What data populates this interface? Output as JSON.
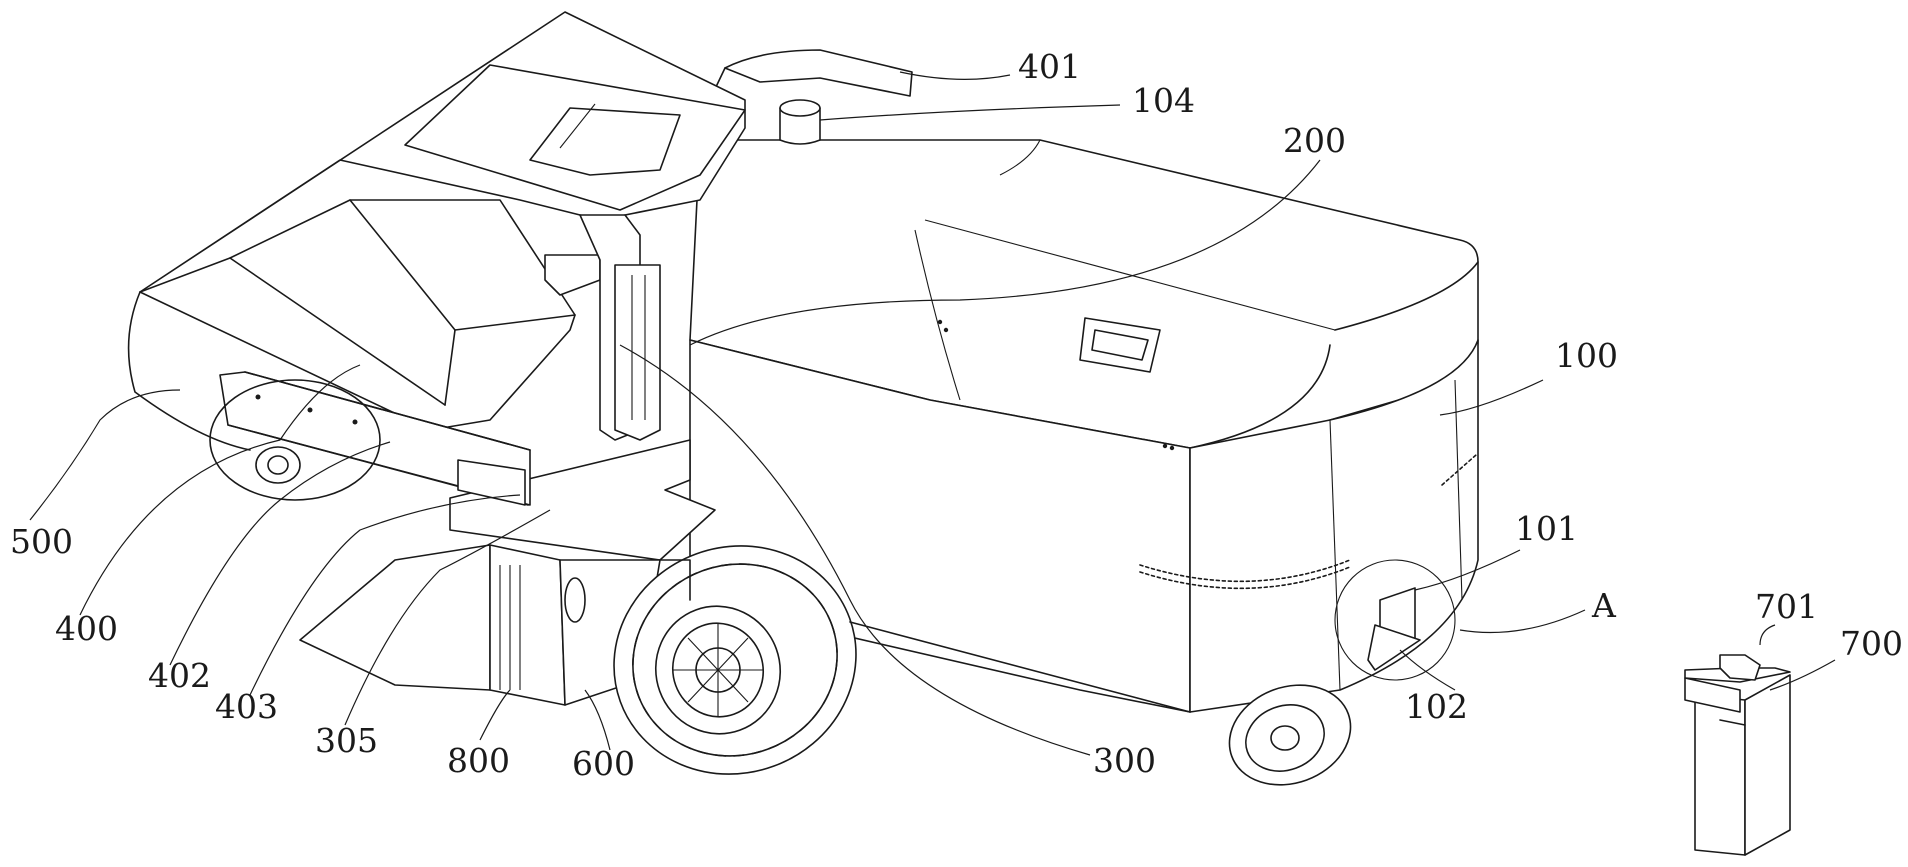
{
  "labels": {
    "l401": "401",
    "l104": "104",
    "l200": "200",
    "l100": "100",
    "l101": "101",
    "lA": "A",
    "l102": "102",
    "l701": "701",
    "l700": "700",
    "l500": "500",
    "l400": "400",
    "l402": "402",
    "l403": "403",
    "l305": "305",
    "l800": "800",
    "l600": "600",
    "l300": "300"
  }
}
